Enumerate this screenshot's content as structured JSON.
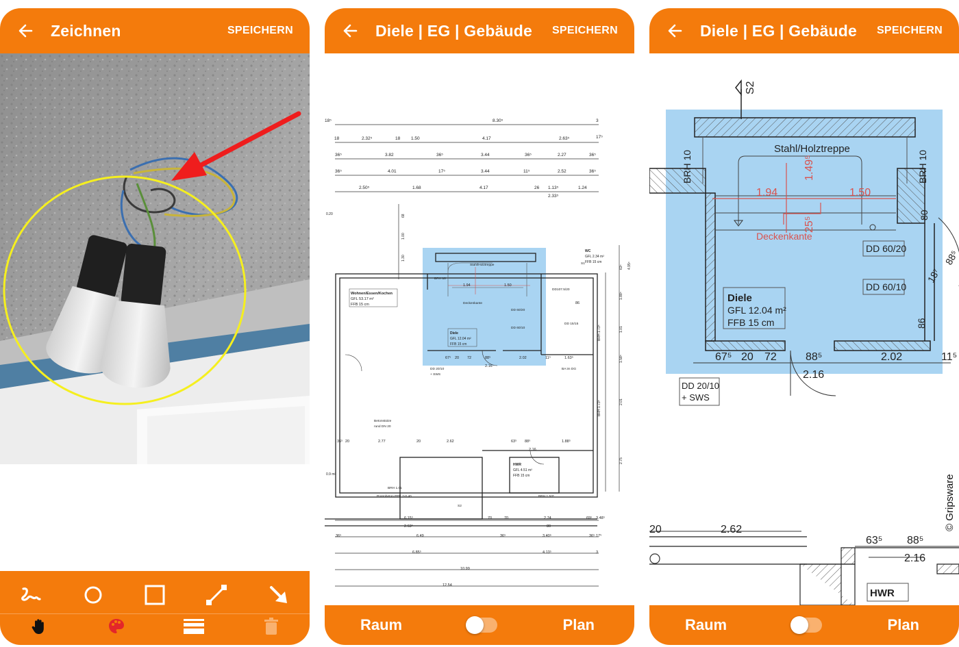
{
  "screen1": {
    "title": "Zeichnen",
    "save_label": "SPEICHERN",
    "tools_row1": [
      "freehand-icon",
      "circle-icon",
      "rectangle-icon",
      "line-icon",
      "arrow-icon"
    ],
    "tools_row2": [
      "hand-icon",
      "palette-icon",
      "stroke-width-icon",
      "trash-icon"
    ],
    "colors": {
      "annotation_circle": "#f5ef1f",
      "annotation_arrow": "#ef1d1d"
    }
  },
  "screen2": {
    "title": "Diele | EG | Gebäude",
    "save_label": "SPEICHERN",
    "bottom_left": "Raum",
    "bottom_right": "Plan",
    "plan": {
      "dims_top": [
        "18⁵",
        "8.30⁵",
        "3",
        "18",
        "2.32⁵",
        "18",
        "1.50",
        "4.17",
        "2.63⁵",
        "17⁵",
        "36⁵",
        "3.82",
        "36⁵",
        "3.44",
        "36⁵",
        "2.27",
        "36⁵",
        "36⁵",
        "4.01",
        "17⁵",
        "3.44",
        "11⁵",
        "2.52",
        "36⁵",
        "2.50⁵",
        "1.68",
        "4.17",
        "26",
        "1.13⁵",
        "1.24",
        "2.33⁵"
      ],
      "room_wohnen": [
        "Wohnen/Essen/Kochen",
        "GFL 53.17 m²",
        "FFB 15 cm"
      ],
      "room_wc": [
        "WC",
        "GFL 2.34 m²",
        "FFB 15 cm"
      ],
      "room_diele": [
        "Diele",
        "GFL 12.04 m²",
        "FFB 15 cm"
      ],
      "room_hwr": [
        "HWR",
        "GFL 4.51 m²",
        "FFB 15 cm"
      ],
      "labels": [
        "Stahl/Holztreppe",
        "Deckenkante",
        "DD 60/20",
        "DD 60/10",
        "DD107.5/20",
        "DD 15/15",
        "BA im DG",
        "DD 20/10",
        "+ SWS",
        "Betonstütze",
        "rund DN 20",
        "BRH 1.01",
        "Porenbeton PPE 2-0.40",
        "BRH 1.53⁵",
        "BRH 10",
        "S1",
        "S2"
      ],
      "dims_inner": [
        "1.94",
        "1.50",
        "67⁵",
        "20",
        "72",
        "88⁵",
        "2.02",
        "11⁵",
        "1.63⁵",
        "2.16",
        "86",
        "36⁵",
        "20",
        "2.77",
        "20",
        "2.62",
        "63⁵",
        "88⁵",
        "2.16",
        "1.88⁵"
      ],
      "dims_bottom": [
        "6.15⁵",
        "70",
        "70",
        "2.74",
        "69⁵",
        "3.48⁵",
        "2.63⁵",
        "80",
        "36⁵",
        "6.49",
        "36⁵",
        "3.40⁵",
        "36⁵",
        "17⁵",
        "6.85⁵",
        "4.13⁵",
        "3",
        "10.99",
        "12.54"
      ],
      "dims_side": [
        "68",
        "1.00",
        "1.30",
        "63⁵",
        "4.95⁵",
        "1.88⁵",
        "1.01",
        "1.58⁵",
        "2.01",
        "2.75",
        "BRH 1.73⁵",
        "BRH 1.73⁵",
        "0.20",
        "0.9 m²"
      ]
    }
  },
  "screen3": {
    "title": "Diele | EG | Gebäude",
    "save_label": "SPEICHERN",
    "bottom_left": "Raum",
    "bottom_right": "Plan",
    "plan": {
      "stair_label": "Stahl/Holztreppe",
      "brh_left": "BRH 10",
      "brh_right": "BRH 10",
      "s2": "S2",
      "dim_194": "1.94",
      "dim_150": "1.50",
      "dim_1495": "1.49⁵",
      "dim_255": "25⁵",
      "deckenkante": "Deckenkante",
      "dd6020": "DD 60/20",
      "dd6010": "DD 60/10",
      "room_name": "Diele",
      "room_gfl": "GFL 12.04 m²",
      "room_ffb": "FFB 15 cm",
      "dim_80": "80",
      "dim_885a": "88⁵",
      "dim_187": "18⁷",
      "dim_86": "86",
      "dim_675": "67⁵",
      "dim_20": "20",
      "dim_72": "72",
      "dim_885b": "88⁵",
      "dim_202": "2.02",
      "dim_115": "11⁵",
      "dim_216a": "2.16",
      "dd2010": "DD 20/10",
      "sws": "+ SWS",
      "dim_20b": "20",
      "dim_262": "2.62",
      "dim_635": "63⁵",
      "dim_885c": "88⁵",
      "dim_216b": "2.16",
      "hwr": "HWR"
    }
  },
  "credit": "© Gripsware",
  "colors": {
    "accent": "#f47b0c",
    "highlight": "#a9d4f2",
    "dimension_red": "#d9534f"
  }
}
